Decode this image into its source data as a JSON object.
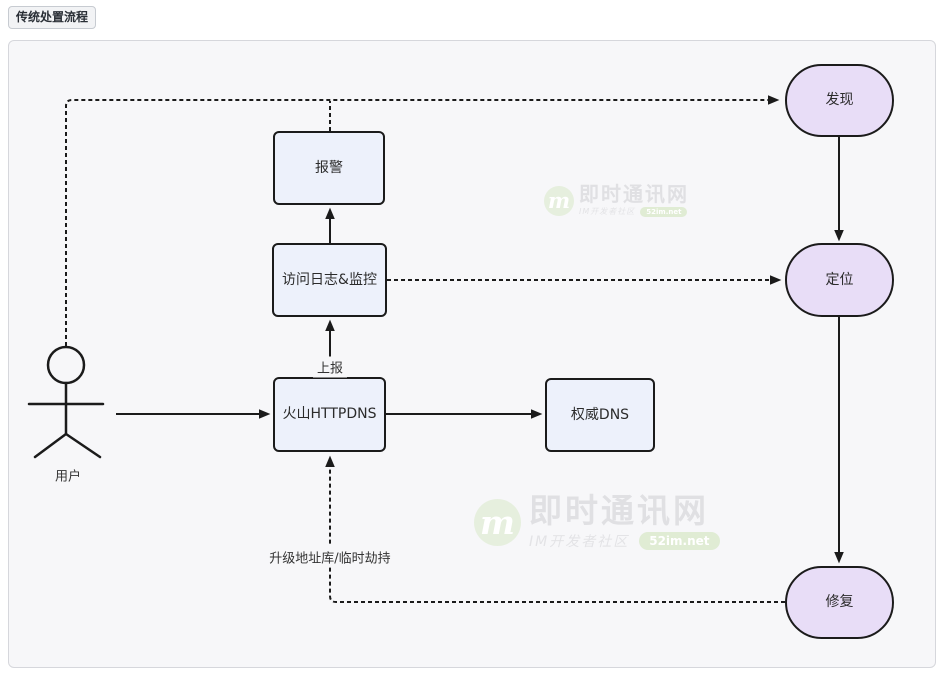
{
  "title_chip": {
    "label": "传统处置流程"
  },
  "flowchart": {
    "nodes": {
      "user": {
        "label": "用户",
        "shape": "actor"
      },
      "baojing": {
        "label": "报警",
        "shape": "rect"
      },
      "log": {
        "label": "访问日志&监控",
        "shape": "rect"
      },
      "httpdns": {
        "label": "火山HTTPDNS",
        "shape": "rect"
      },
      "dns": {
        "label": "权威DNS",
        "shape": "rect"
      },
      "faxian": {
        "label": "发现",
        "shape": "stadium"
      },
      "dingwei": {
        "label": "定位",
        "shape": "stadium"
      },
      "xiufu": {
        "label": "修复",
        "shape": "stadium"
      }
    },
    "edges": [
      {
        "from": "user",
        "to": "faxian",
        "style": "dashed",
        "label": ""
      },
      {
        "from": "baojing",
        "to": "faxian",
        "style": "dashed",
        "label": ""
      },
      {
        "from": "log",
        "to": "dingwei",
        "style": "dashed",
        "label": ""
      },
      {
        "from": "faxian",
        "to": "dingwei",
        "style": "solid",
        "label": ""
      },
      {
        "from": "dingwei",
        "to": "xiufu",
        "style": "solid",
        "label": ""
      },
      {
        "from": "xiufu",
        "to": "httpdns",
        "style": "dashed",
        "label": "升级地址库/临时劫持"
      },
      {
        "from": "user",
        "to": "httpdns",
        "style": "solid",
        "label": ""
      },
      {
        "from": "httpdns",
        "to": "dns",
        "style": "solid",
        "label": ""
      },
      {
        "from": "httpdns",
        "to": "log",
        "style": "solid",
        "label": "上报"
      },
      {
        "from": "log",
        "to": "baojing",
        "style": "solid",
        "label": ""
      }
    ],
    "edge_labels": {
      "shangbao": "上报",
      "shengji": "升级地址库/临时劫持"
    },
    "colors": {
      "rect_fill": "#edf1fb",
      "stadium_fill": "#e8ddf7",
      "line": "#1b1b1b",
      "canvas_bg": "#f7f7f9"
    }
  },
  "watermark": {
    "logo_letter": "m",
    "brand": "即时通讯网",
    "tagline": "IM开发者社区",
    "site_badge": "52im.net",
    "green": "#cfe3c2"
  }
}
